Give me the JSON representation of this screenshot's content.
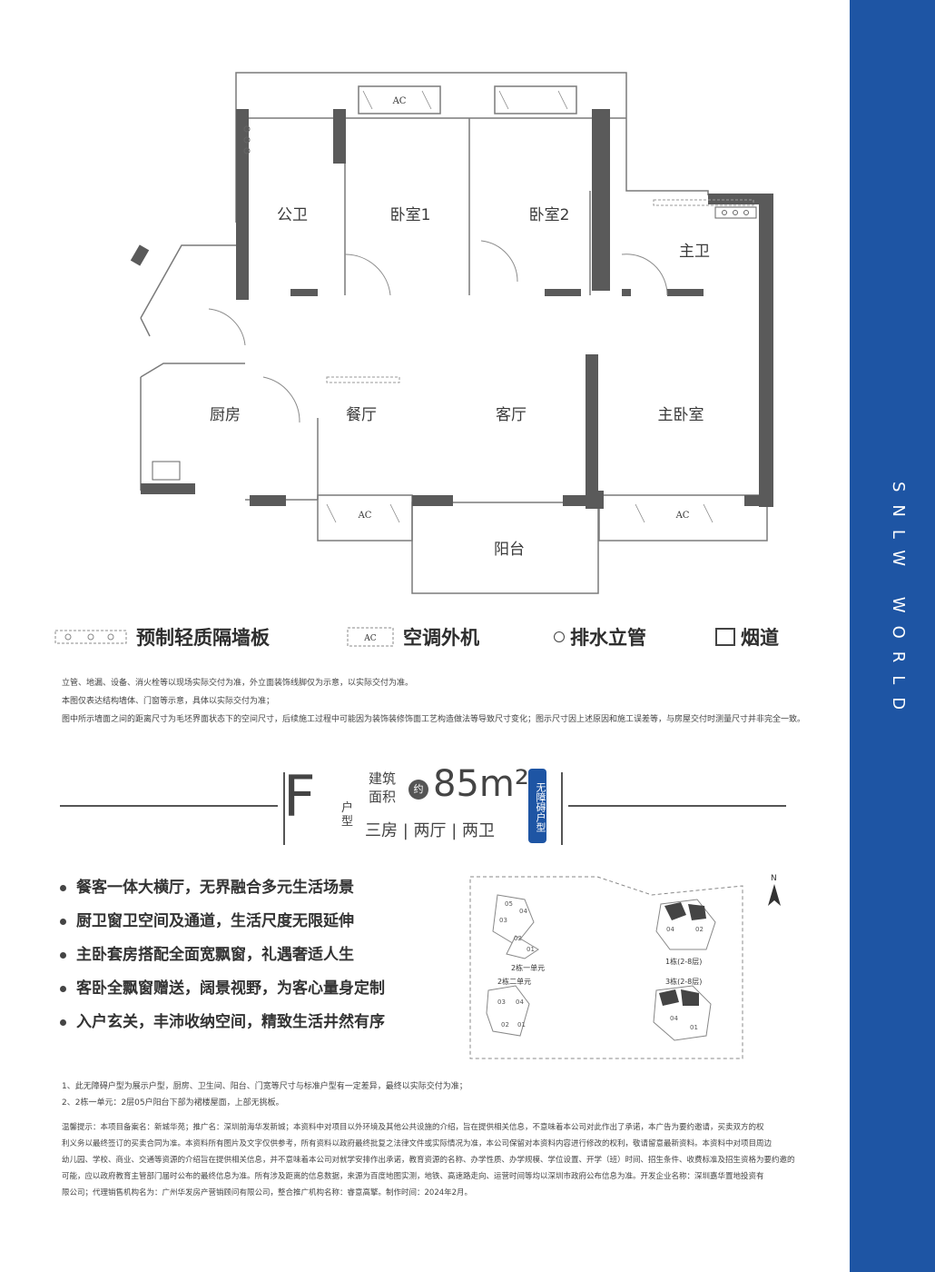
{
  "brand": {
    "strip_text": "SNLW WORLD",
    "strip_color": "#1e55a4"
  },
  "rooms": {
    "public_bath": "公卫",
    "bedroom1": "卧室1",
    "bedroom2": "卧室2",
    "master_bath": "主卫",
    "kitchen": "厨房",
    "dining": "餐厅",
    "living": "客厅",
    "master_bedroom": "主卧室",
    "balcony": "阳台",
    "ac": "AC"
  },
  "legend": {
    "partition": "预制轻质隔墙板",
    "ac_unit": "空调外机",
    "drain": "排水立管",
    "flue": "烟道"
  },
  "notes": [
    "立管、地漏、设备、消火栓等以现场实际交付为准，外立面装饰线脚仅为示意，以实际交付为准。",
    "本图仅表达结构墙体、门窗等示意，具体以实际交付为准；",
    "图中所示墙面之间的距离尺寸为毛坯界面状态下的空间尺寸，后续施工过程中可能因为装饰装修饰面工艺构造做法等导致尺寸变化；图示尺寸因上述原因和施工误差等，与房屋交付时测量尺寸并非完全一致。"
  ],
  "title": {
    "unit_letter": "F",
    "unit_type_label": "户型",
    "area_label_1": "建筑",
    "area_label_2": "面积",
    "area_approx": "约",
    "area_value": "85m²",
    "badge": "无障碍户型",
    "layout": "三房 | 两厅 | 两卫"
  },
  "features": [
    "餐客一体大横厅，无界融合多元生活场景",
    "厨卫窗卫空间及通道，生活尺度无限延伸",
    "主卧套房搭配全面宽飘窗，礼遇奢适人生",
    "客卧全飘窗赠送，阔景视野，为客心量身定制",
    "入户玄关，丰沛收纳空间，精致生活井然有序"
  ],
  "site_map": {
    "labels": [
      "2栋一单元",
      "1栋(2-8层)",
      "2栋二单元",
      "3栋(2-8层)"
    ],
    "unit_numbers": [
      "05",
      "04",
      "03",
      "02",
      "01",
      "06"
    ],
    "north": "N"
  },
  "footnotes": [
    "1、此无障碍户型为展示户型，厨房、卫生间、阳台、门宽等尺寸与标准户型有一定差异，最终以实际交付为准；",
    "2、2栋一单元：2层05户阳台下部为裙楼屋面，上部无挑板。"
  ],
  "disclaimer": [
    "温馨提示：本项目备案名：新城华苑；推广名：深圳前海华发新城；本资料中对项目以外环境及其他公共设施的介绍，旨在提供相关信息，不意味着本公司对此作出了承诺，本广告为要约邀请，买卖双方的权",
    "利义务以最终签订的买卖合同为准。本资料所有图片及文字仅供参考，所有资料以政府最终批复之法律文件或实际情况为准，本公司保留对本资料内容进行修改的权利，敬请留意最新资料。本资料中对项目周边",
    "幼儿园、学校、商业、交通等资源的介绍旨在提供相关信息，并不意味着本公司对就学安排作出承诺，教育资源的名称、办学性质、办学规模、学位设置、开学（班）时间、招生条件、收费标准及招生资格为要约邀的",
    "可能，应以政府教育主管部门届时公布的最终信息为准。所有涉及距离的信息数据，来源为百度地图实测，地铁、高速路走向、运营时间等均以深圳市政府公布信息为准。开发企业名称：深圳嘉华置地投资有",
    "限公司；代理销售机构名为：广州华发房产营销顾问有限公司，整合推广机构名称：睿意高擎。制作时间：2024年2月。"
  ]
}
